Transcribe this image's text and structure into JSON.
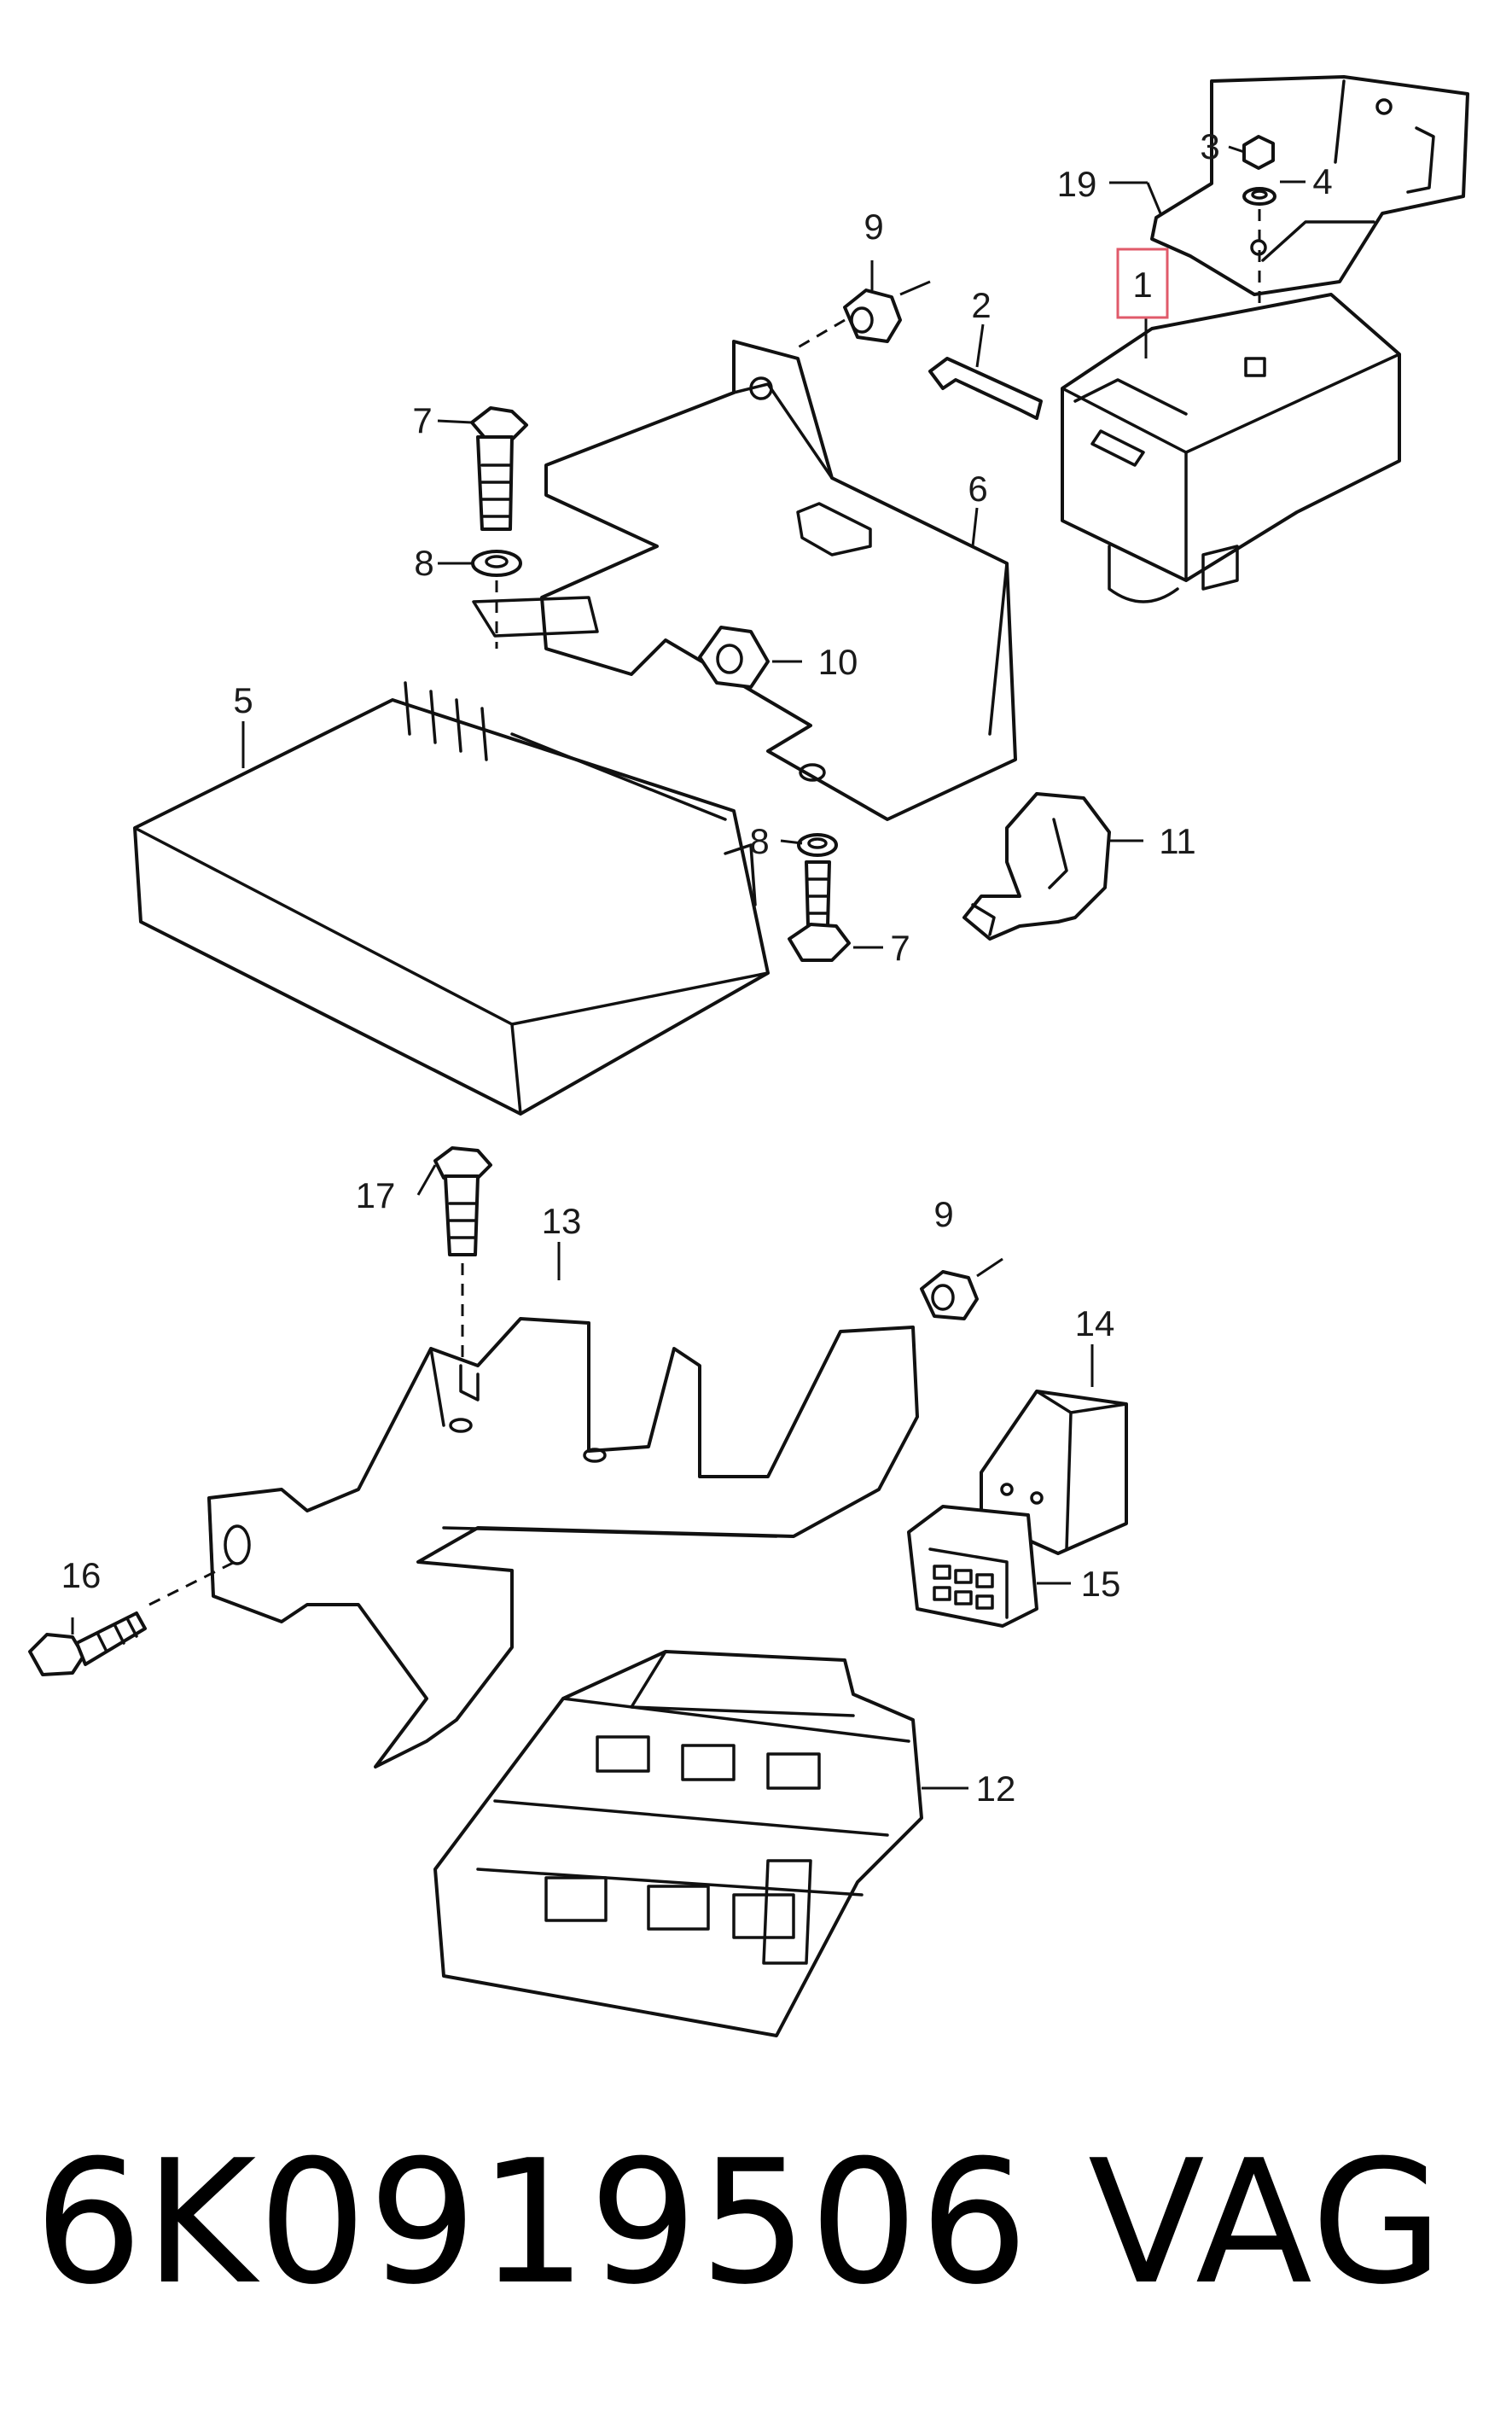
{
  "diagram": {
    "labels": {
      "p1": "1",
      "p2": "2",
      "p3": "3",
      "p4": "4",
      "p5": "5",
      "p6": "6",
      "p7a": "7",
      "p7b": "7",
      "p8a": "8",
      "p8b": "8",
      "p9a": "9",
      "p9b": "9",
      "p10": "10",
      "p11": "11",
      "p12": "12",
      "p13": "13",
      "p14": "14",
      "p15": "15",
      "p16": "16",
      "p17": "17",
      "p19": "19"
    },
    "highlight_color": "#e05a6a"
  },
  "footer": {
    "part_number": "6K0919506",
    "brand": "VAG"
  }
}
